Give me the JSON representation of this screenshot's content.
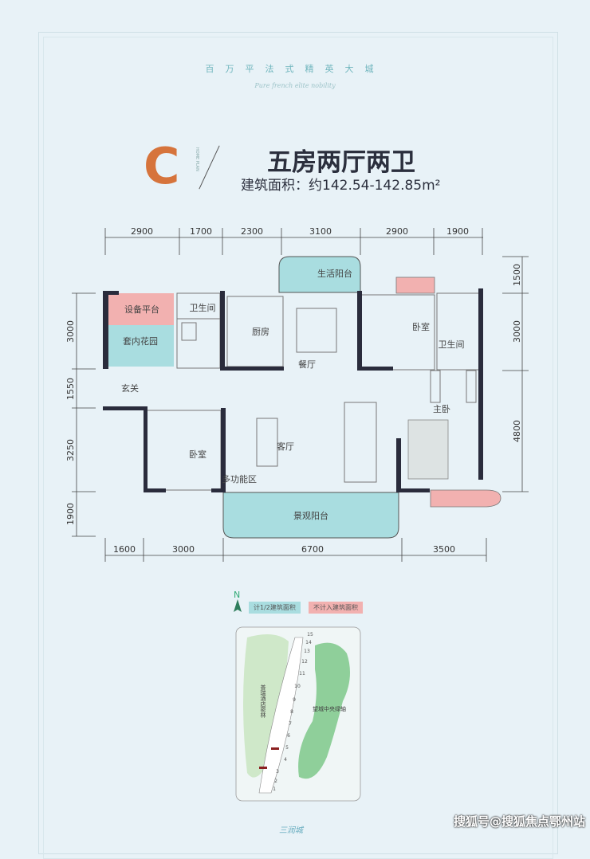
{
  "header": {
    "slogan": "百万平法式精英大城",
    "slogan_en": "Pure french elite nobility",
    "unit_letter": "C",
    "home_plan": "HOME PLAN",
    "title": "五房两厅两卫",
    "area": "建筑面积：约142.54-142.85m²"
  },
  "dimensions": {
    "top": [
      "2900",
      "1700",
      "2300",
      "3100",
      "2900",
      "1900"
    ],
    "bottom": [
      "1600",
      "3000",
      "6700",
      "3500"
    ],
    "left": [
      "3000",
      "1550",
      "3250",
      "1900"
    ],
    "right": [
      "1500",
      "3000",
      "4800"
    ]
  },
  "rooms": {
    "equipment": "设备平台",
    "garden": "套内花园",
    "bath_left": "卫生间",
    "kitchen": "厨房",
    "utility_balcony": "生活阳台",
    "dining": "餐厅",
    "bedroom_ne": "卧室",
    "bath_right": "卫生间",
    "entry": "玄关",
    "master": "主卧",
    "bedroom_sw": "卧室",
    "multi": "多功能区",
    "living": "客厅",
    "view_balcony": "景观阳台"
  },
  "legend": {
    "north": "N",
    "half": "计1/2建筑面积",
    "excluded": "不计入建筑面积"
  },
  "colors": {
    "half": "#a9dde0",
    "excluded": "#f2b1b0",
    "wall": "#2a2c3c",
    "green": "#8fcf9a"
  },
  "siteplan": {
    "forest": "普瑞酒店密林",
    "axis": "望城中央绿轴",
    "buildings": [
      "1",
      "2",
      "3",
      "4",
      "5",
      "6",
      "7",
      "8",
      "9",
      "10",
      "11",
      "12",
      "13",
      "14",
      "15"
    ]
  },
  "footer": {
    "logo": "三润城",
    "watermark": "搜狐号@搜狐焦点鄂州站"
  }
}
